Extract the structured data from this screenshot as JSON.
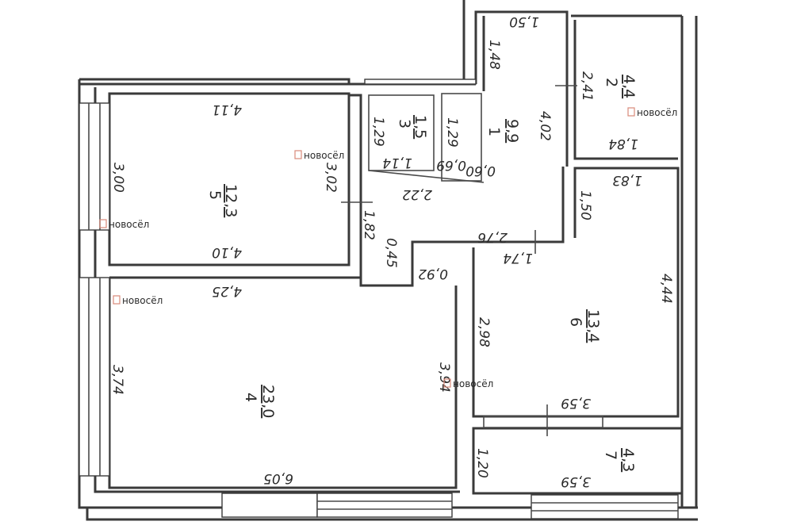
{
  "rooms": [
    {
      "number": "1",
      "area": "9,9"
    },
    {
      "number": "2",
      "area": "4,4"
    },
    {
      "number": "3",
      "area": "1,5"
    },
    {
      "number": "4",
      "area": "23,0"
    },
    {
      "number": "5",
      "area": "12,3"
    },
    {
      "number": "6",
      "area": "13,4"
    },
    {
      "number": "7",
      "area": "4,3"
    }
  ],
  "dimensions": {
    "d_1_50": "1,50",
    "d_1_48": "1,48",
    "d_2_41": "2,41",
    "d_4_02": "4,02",
    "d_1_84": "1,84",
    "d_1_83": "1,83",
    "d_1_29a": "1,29",
    "d_1_29b": "1,29",
    "d_1_14": "1,14",
    "d_0_69": "0,69",
    "d_0_60": "0,60",
    "d_4_11": "4,11",
    "d_3_00": "3,00",
    "d_3_02": "3,02",
    "d_2_22": "2,22",
    "d_1_82": "1,82",
    "d_2_76": "2,76",
    "d_1_50b": "1,50",
    "d_4_10": "4,10",
    "d_0_45": "0,45",
    "d_1_74": "1,74",
    "d_4_25": "4,25",
    "d_0_92": "0,92",
    "d_4_44": "4,44",
    "d_2_98": "2,98",
    "d_3_74": "3,74",
    "d_3_94": "3,94",
    "d_3_59a": "3,59",
    "d_6_05": "6,05",
    "d_1_20": "1,20",
    "d_3_59b": "3,59"
  },
  "watermark": {
    "text": "новосёл"
  },
  "colors": {
    "wall": "#3a3a3a",
    "background": "#ffffff",
    "watermark": "#d98a7a"
  }
}
